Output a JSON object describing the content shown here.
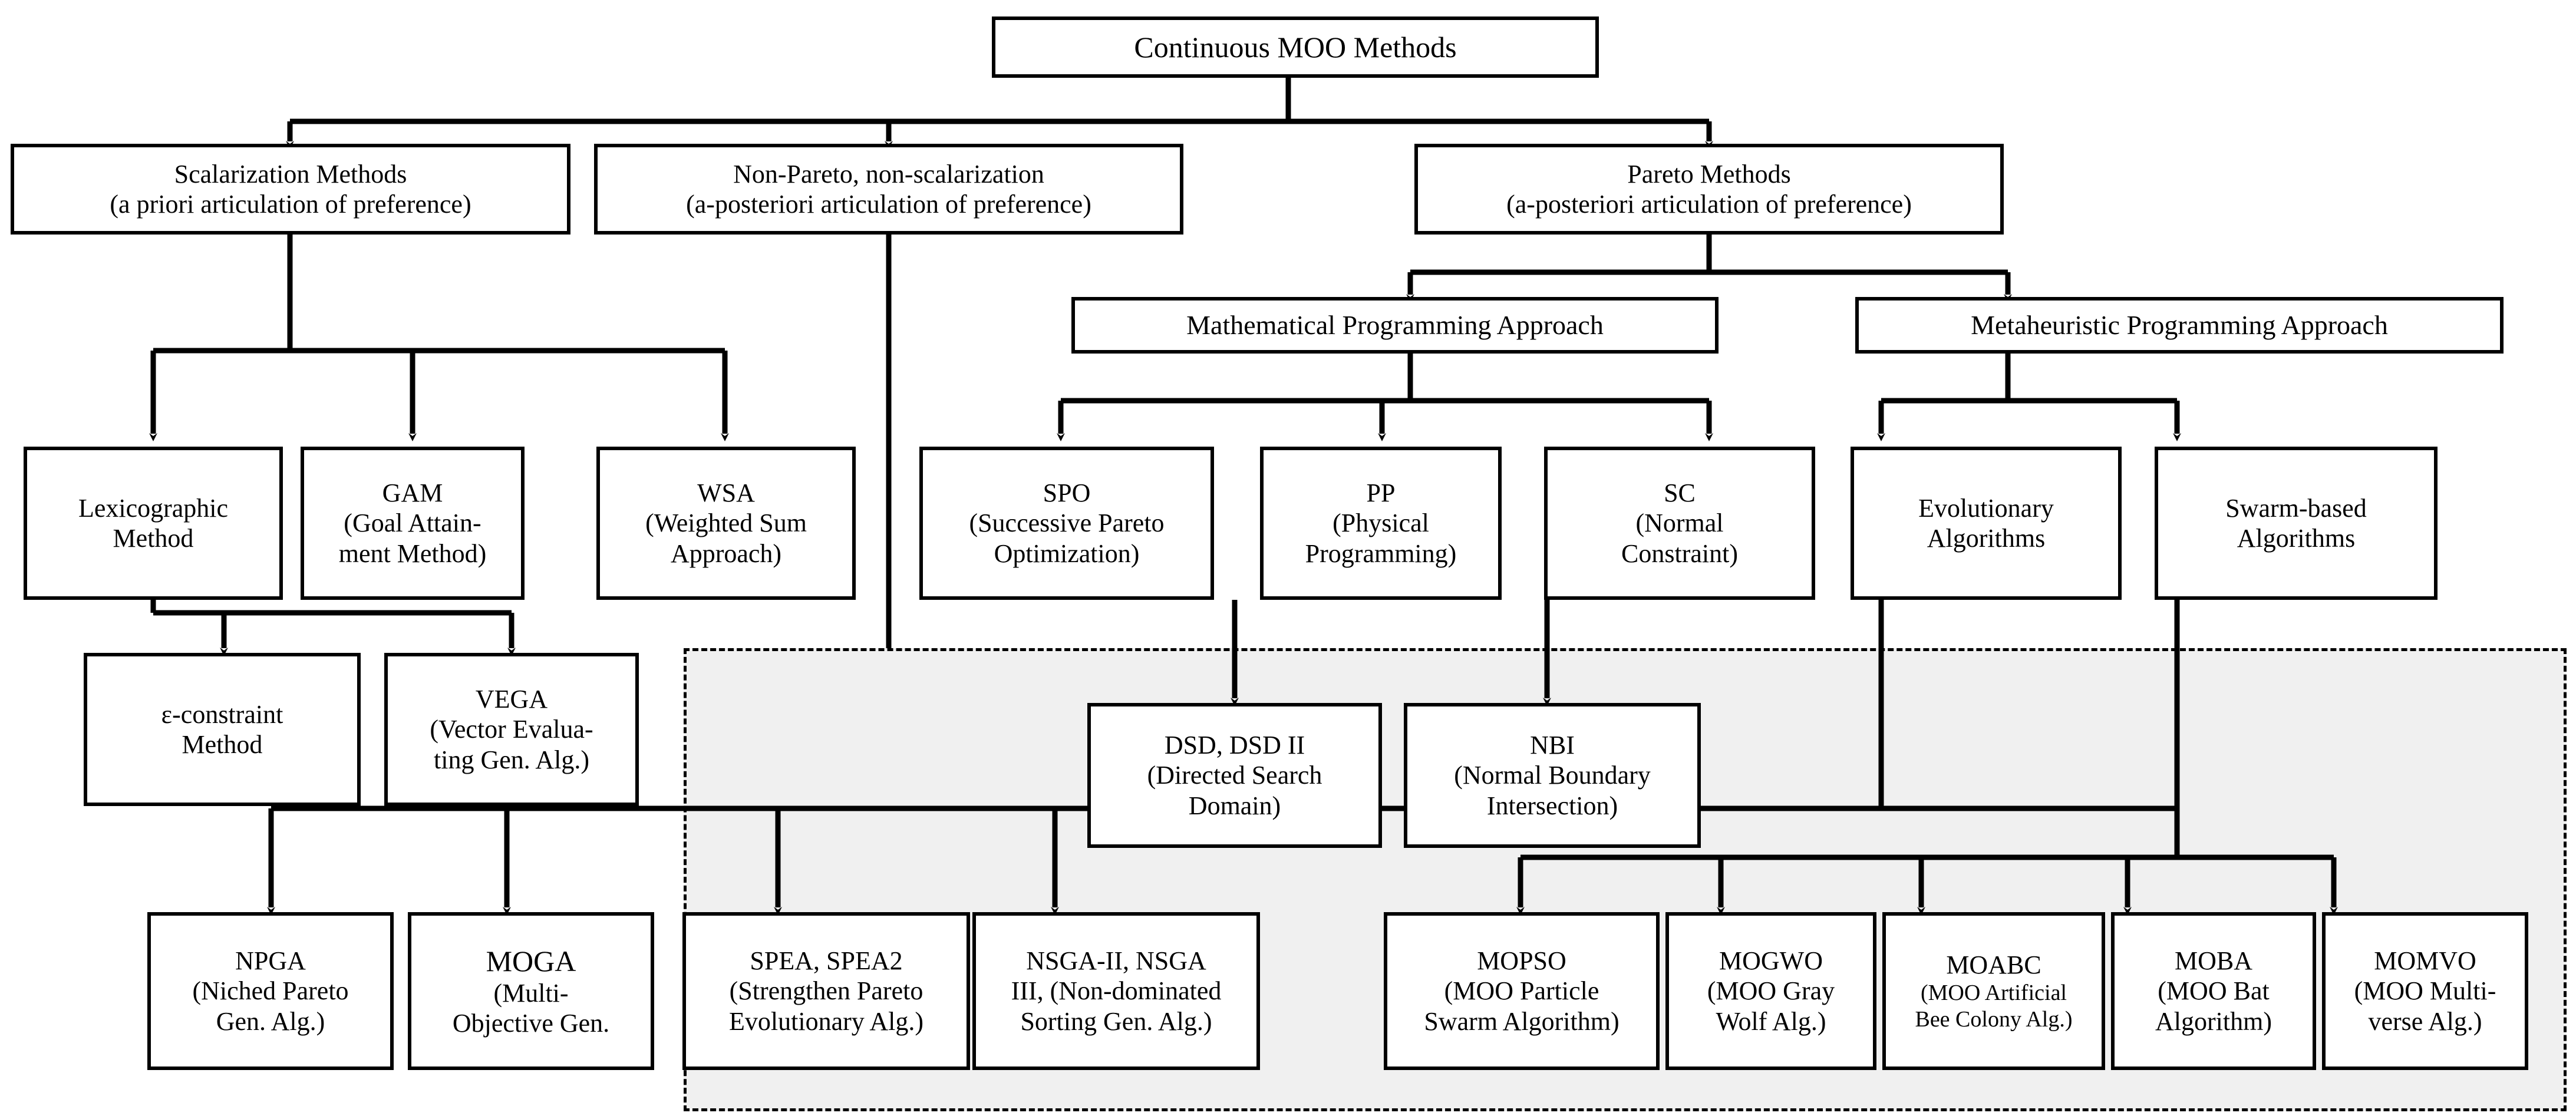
{
  "diagram": {
    "title": "Continuous MOO Methods taxonomy",
    "colors": {
      "box_border": "#000000",
      "box_fill": "#ffffff",
      "shaded_region_fill": "#f0f0f0",
      "shaded_region_border": "#000000",
      "connector": "#000000"
    },
    "shaded_region": {
      "style": "dashed",
      "label": ""
    }
  },
  "nodes": {
    "root": {
      "lines": [
        "Continuous MOO Methods"
      ]
    },
    "scalarization": {
      "lines": [
        "Scalarization Methods",
        "(a priori articulation of preference)"
      ]
    },
    "nonpareto": {
      "lines": [
        "Non-Pareto, non-scalarization",
        "(a-posteriori articulation of preference)"
      ]
    },
    "pareto": {
      "lines": [
        "Pareto Methods",
        "(a-posteriori articulation of preference)"
      ]
    },
    "math_prog": {
      "lines": [
        "Mathematical Programming Approach"
      ]
    },
    "metaheuristic": {
      "lines": [
        "Metaheuristic Programming Approach"
      ]
    },
    "lexicographic": {
      "lines": [
        "Lexicographic",
        "Method"
      ]
    },
    "gam": {
      "lines": [
        "GAM",
        "(Goal Attain-",
        "ment Method)"
      ]
    },
    "wsa": {
      "lines": [
        "WSA",
        "(Weighted Sum",
        "Approach)"
      ]
    },
    "spo": {
      "lines": [
        "SPO",
        "(Successive Pareto",
        "Optimization)"
      ]
    },
    "pp": {
      "lines": [
        "PP",
        "(Physical",
        "Programming)"
      ]
    },
    "sc": {
      "lines": [
        "SC",
        "(Normal",
        "Constraint)"
      ]
    },
    "evolutionary": {
      "lines": [
        "Evolutionary",
        "Algorithms"
      ]
    },
    "swarm": {
      "lines": [
        "Swarm-based",
        "Algorithms"
      ]
    },
    "epsilon": {
      "lines": [
        "ε-constraint",
        "Method"
      ]
    },
    "vega": {
      "lines": [
        "VEGA",
        "(Vector Evalua-",
        "ting Gen. Alg.)"
      ]
    },
    "dsd": {
      "lines": [
        "DSD, DSD II",
        "(Directed Search",
        "Domain)"
      ]
    },
    "nbi": {
      "lines": [
        "NBI",
        "(Normal Boundary",
        "Intersection)"
      ]
    },
    "npga": {
      "lines": [
        "NPGA",
        "(Niched Pareto",
        "Gen. Alg.)"
      ]
    },
    "moga": {
      "lines": [
        "MOGA",
        "(Multi-",
        "Objective Gen."
      ]
    },
    "spea": {
      "lines": [
        "SPEA, SPEA2",
        "(Strengthen Pareto",
        "Evolutionary Alg.)"
      ]
    },
    "nsga": {
      "lines": [
        "NSGA-II, NSGA",
        "III, (Non-dominated",
        "Sorting Gen. Alg.)"
      ]
    },
    "mopso": {
      "lines": [
        "MOPSO",
        "(MOO Particle",
        "Swarm Algorithm)"
      ]
    },
    "mogwo": {
      "lines": [
        "MOGWO",
        "(MOO Gray",
        "Wolf Alg.)"
      ]
    },
    "moabc": {
      "lines": [
        "MOABC",
        "(MOO Artificial",
        "Bee Colony Alg.)"
      ]
    },
    "moba": {
      "lines": [
        "MOBA",
        "(MOO Bat",
        "Algorithm)"
      ]
    },
    "momvo": {
      "lines": [
        "MOMVO",
        "(MOO Multi-",
        "verse Alg.)"
      ]
    }
  }
}
